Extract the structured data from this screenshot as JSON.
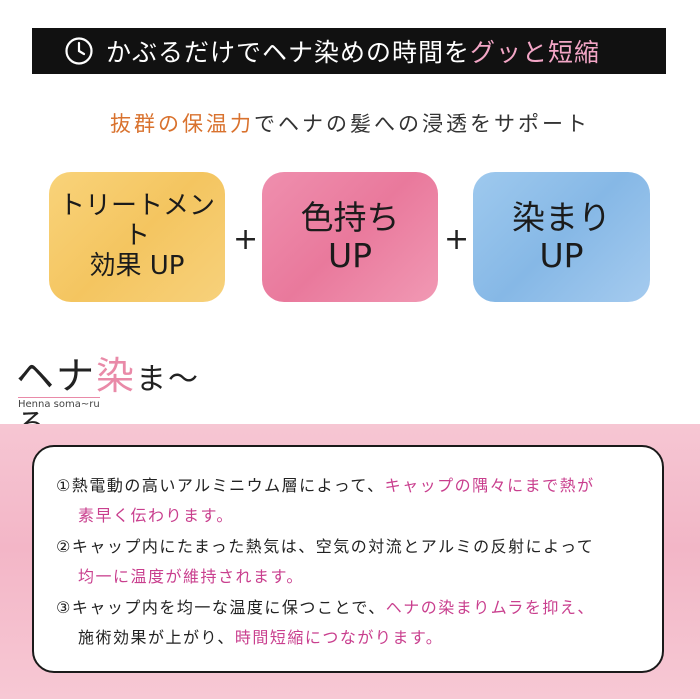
{
  "banner": {
    "text_main": "かぶるだけでヘナ染めの時間を",
    "text_accent": "グッと短縮",
    "icon": "clock-icon"
  },
  "subtitle": {
    "accent": "抜群の保温力",
    "rest": "でヘナの髪への浸透をサポート"
  },
  "benefits": [
    {
      "line1": "トリートメント",
      "line2": "効果 UP",
      "color": "#f4c560"
    },
    {
      "line1": "色持ち",
      "line2": "UP",
      "color": "#e9799c"
    },
    {
      "line1": "染まり",
      "line2": "UP",
      "color": "#86b8e6"
    }
  ],
  "plus": "+",
  "logo": {
    "part1": "ヘナ",
    "part2": "染",
    "part3": "ま〜る",
    "subtitle": "Henna soma~ru"
  },
  "points": [
    {
      "a": "①熱電動の高いアルミニウム層によって、",
      "b": "キャップの隅々にまで熱が",
      "c": "素早く伝わります。",
      "d": ""
    },
    {
      "a": "②キャップ内にたまった熱気は、空気の対流とアルミの反射によって",
      "b": "",
      "c": "均一に温度が維持されます。",
      "d": ""
    },
    {
      "a": "③キャップ内を均一な温度に保つことで、",
      "b": "ヘナの染まりムラを抑え、",
      "c": "施術効果が上がり、",
      "d": "時間短縮につながります。"
    }
  ],
  "colors": {
    "accent_pink": "#c93f8e",
    "accent_orange": "#d9722e",
    "banner_bg": "#111111"
  }
}
